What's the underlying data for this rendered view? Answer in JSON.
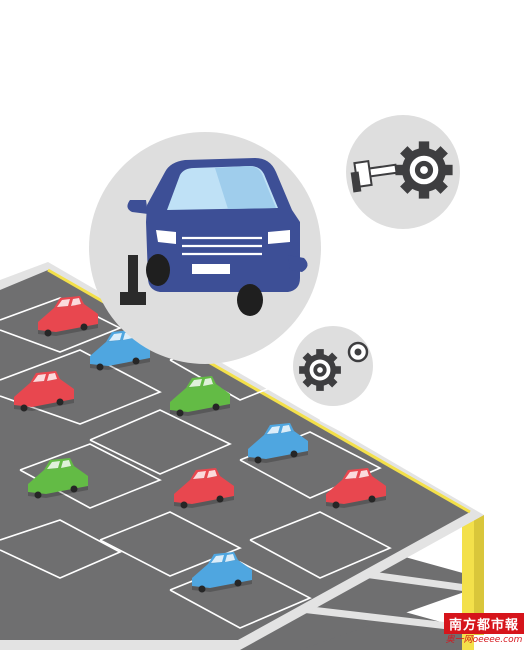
{
  "illustration": {
    "subject": "multi-storey parking garage with car lift and gear icons",
    "colors": {
      "floor": "#6f6f70",
      "floor_edge": "#e3e3e3",
      "column": "#f3e04a",
      "bubble": "#dedede",
      "car_body": "#3d4f96",
      "car_window": "#bfe1f6",
      "gear": "#3e3e40"
    },
    "icons": [
      "car-lift-icon",
      "gear-piston-icon",
      "gear-lock-icon"
    ]
  },
  "parked_cars": [
    {
      "color": "#e8474f"
    },
    {
      "color": "#4fa6e0"
    },
    {
      "color": "#e8474f"
    },
    {
      "color": "#63bb45"
    },
    {
      "color": "#4fa6e0"
    },
    {
      "color": "#63bb45"
    },
    {
      "color": "#e8474f"
    },
    {
      "color": "#e8474f"
    },
    {
      "color": "#4fa6e0"
    }
  ],
  "watermark": {
    "main": "南方都市報",
    "sub": "奥一网oeeee.com"
  }
}
